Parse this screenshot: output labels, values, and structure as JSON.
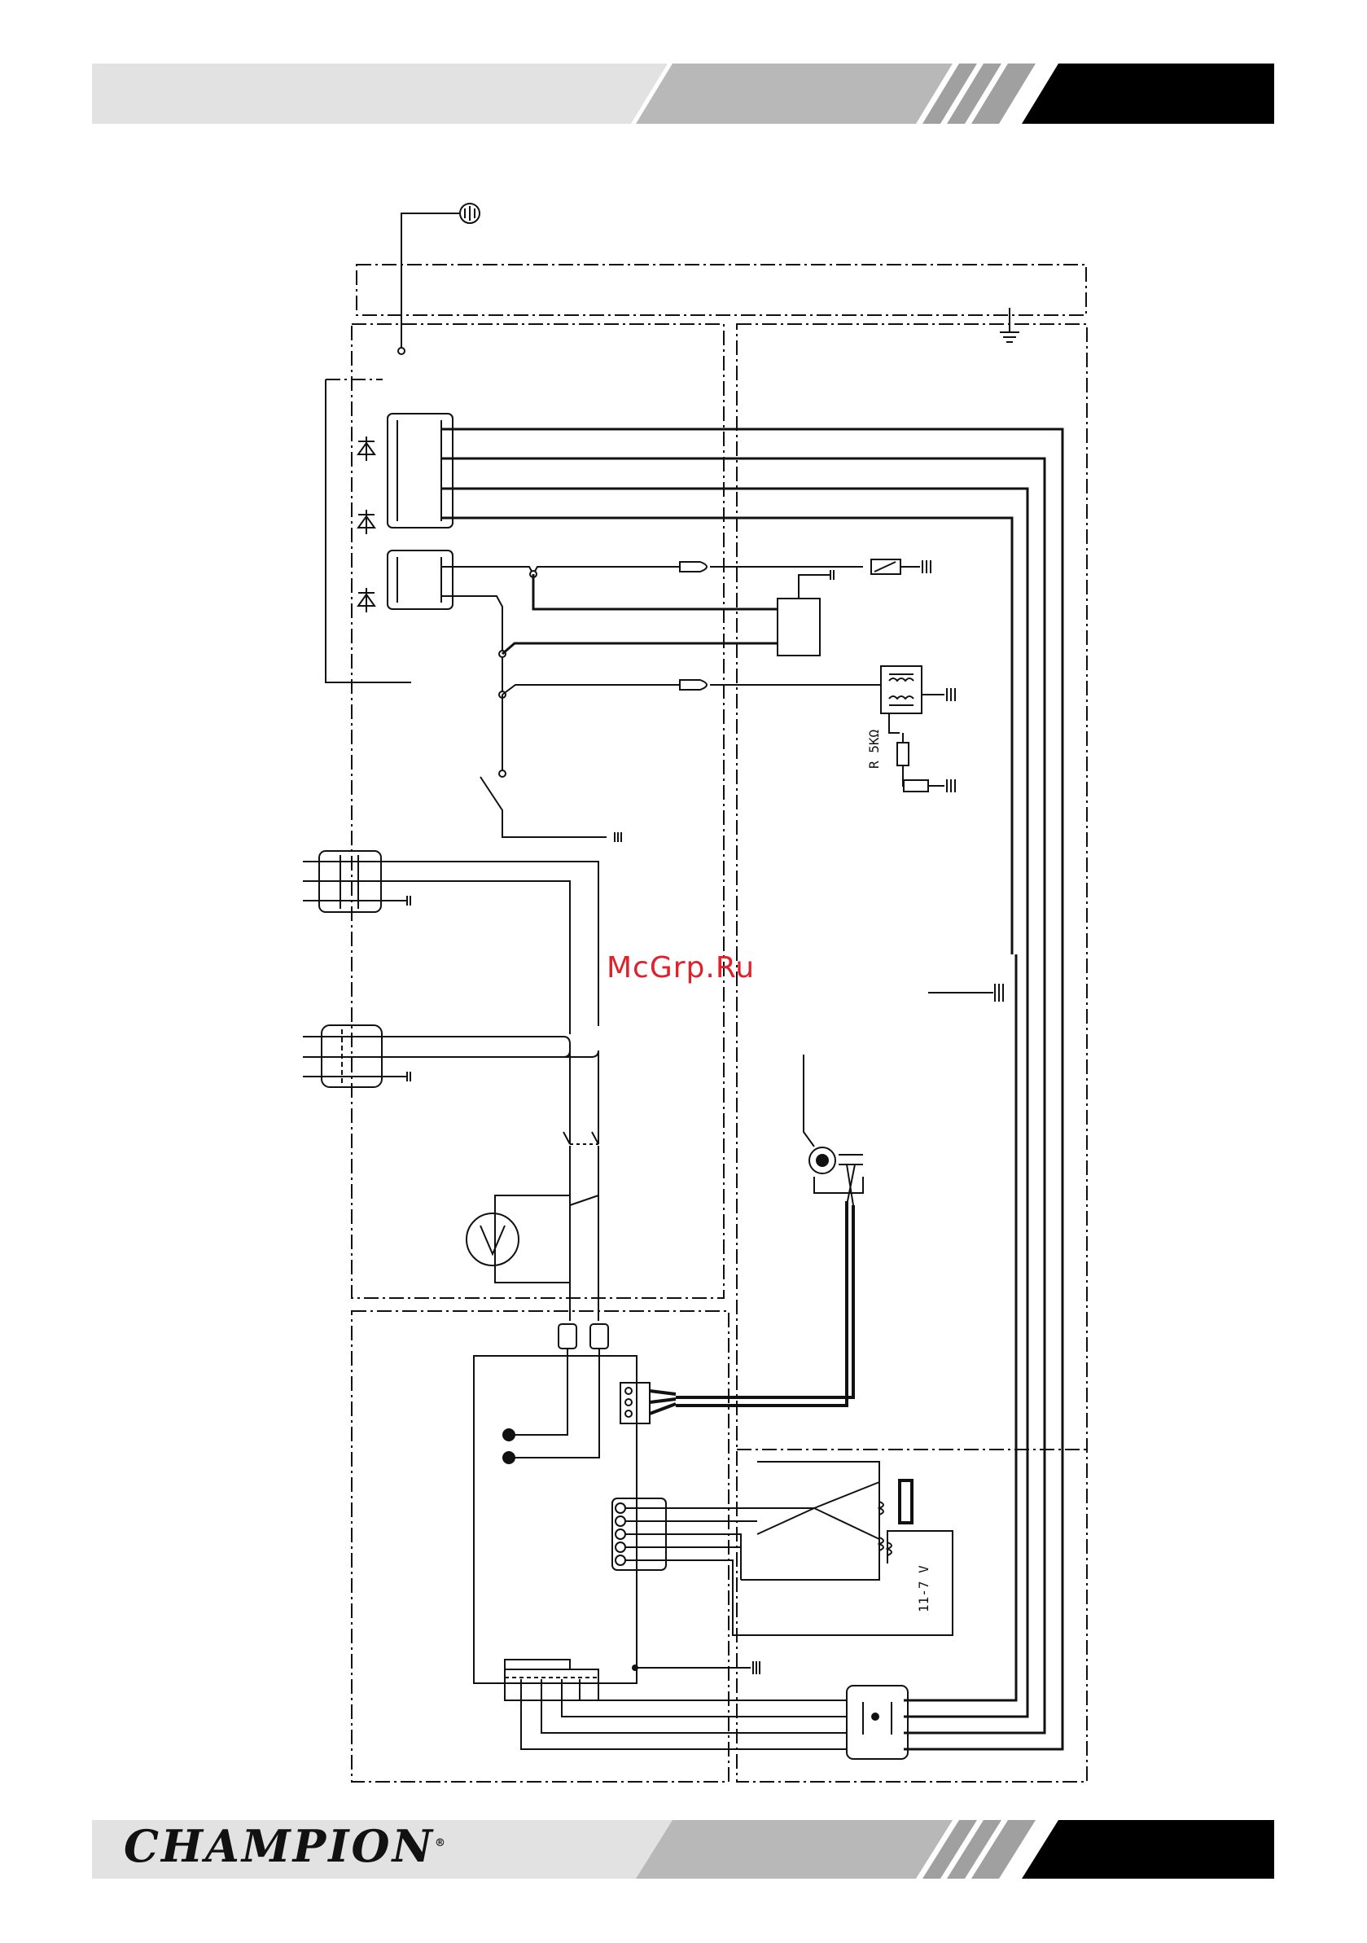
{
  "watermark": "McGrp.Ru",
  "brand": {
    "name": "CHAMPION",
    "mark": "®"
  },
  "labels": {
    "resistor": "R 5KΩ",
    "coil": "11-7 V"
  },
  "colors": {
    "header_light": "#e2e2e2",
    "header_mid": "#b8b8b8",
    "header_dark": "#000000",
    "wire": "#111111",
    "watermark": "#e0202a"
  }
}
